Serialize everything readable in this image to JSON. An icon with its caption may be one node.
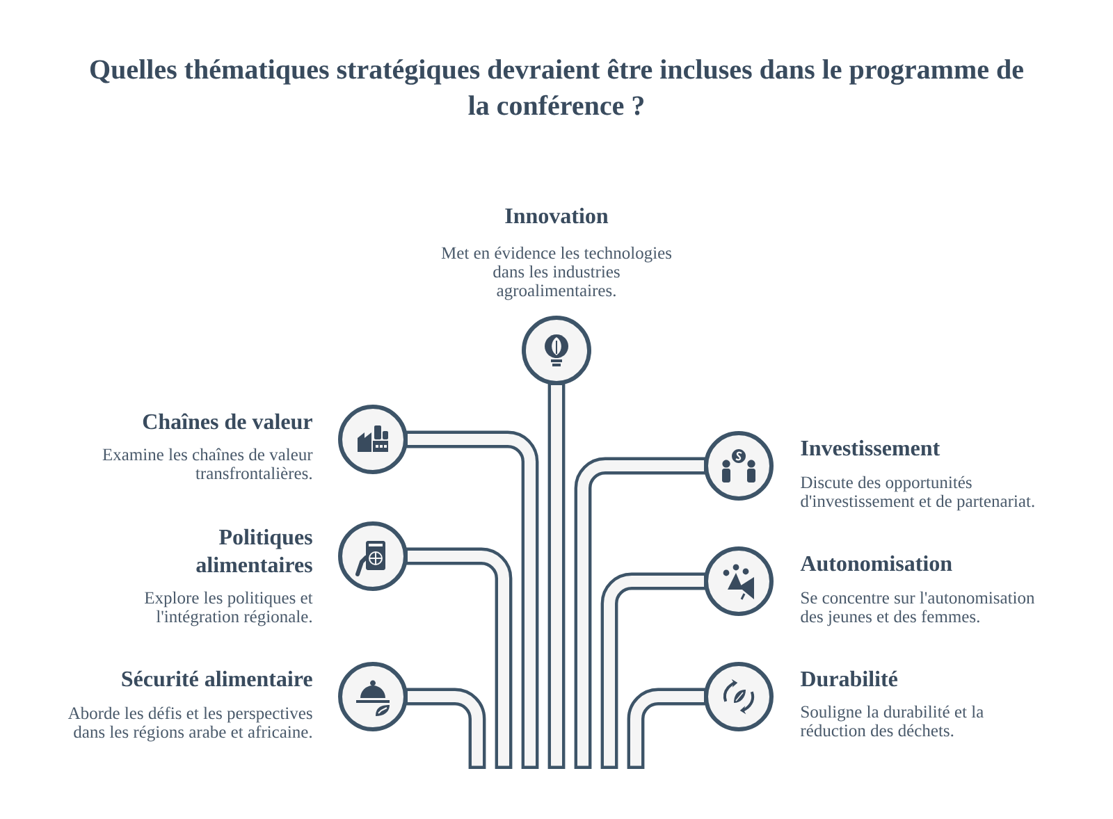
{
  "diagram": {
    "title": "Quelles thématiques stratégiques devraient être incluses dans le programme de la conférence ?",
    "nodes": [
      {
        "text": [
          "Innovation",
          "Met en évidence les technologies dans les industries agroalimentaires."
        ]
      },
      {
        "text": [
          "Chaînes de valeur",
          "Examine les chaînes de valeur transfrontalières."
        ]
      },
      {
        "text": [
          "Investissement",
          "Discute des opportunités d'investissement et de partenariat."
        ]
      },
      {
        "text": [
          "Politiques alimentaires",
          "Explore les politiques et l'intégration régionale."
        ]
      },
      {
        "text": [
          "Autonomisation",
          "Se concentre sur l'autonomisation des jeunes et des femmes."
        ]
      },
      {
        "text": [
          "Sécurité alimentaire",
          "Aborde les défis et les perspectives dans les régions arabe et africaine."
        ]
      },
      {
        "text": [
          "Durabilité",
          "Souligne la durabilité et la réduction des déchets."
        ]
      }
    ],
    "edges": [
      {
        "from": null,
        "to": 5,
        "arrow": "none"
      },
      {
        "from": null,
        "to": 3,
        "arrow": "none"
      },
      {
        "from": null,
        "to": 1,
        "arrow": "none"
      },
      {
        "from": null,
        "to": 0,
        "arrow": "none"
      },
      {
        "from": null,
        "to": 2,
        "arrow": "none"
      },
      {
        "from": null,
        "to": 4,
        "arrow": "none"
      },
      {
        "from": null,
        "to": 6,
        "arrow": "none"
      }
    ]
  }
}
